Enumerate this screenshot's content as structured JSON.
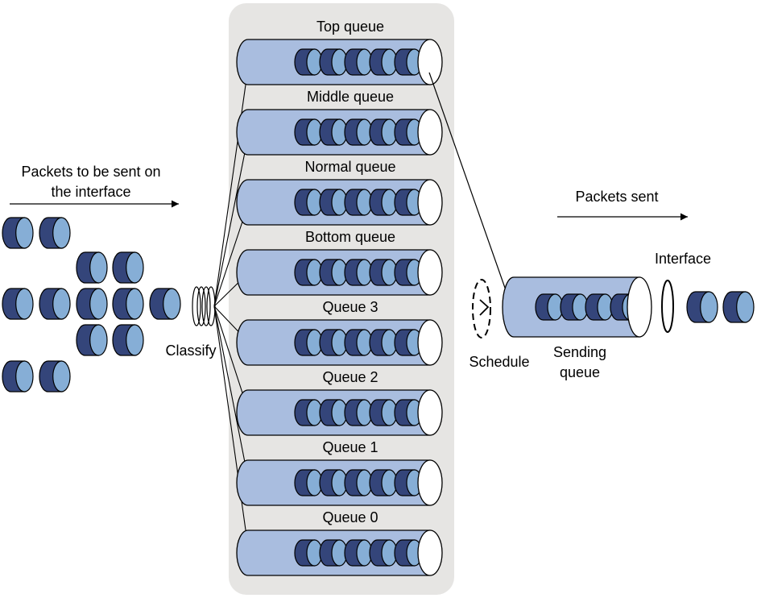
{
  "labels": {
    "input_line1": "Packets to be sent on",
    "input_line2": "the interface",
    "classify": "Classify",
    "schedule": "Schedule",
    "sending_line1": "Sending",
    "sending_line2": "queue",
    "packets_sent": "Packets sent",
    "interface": "Interface"
  },
  "queues": [
    {
      "name": "Top queue"
    },
    {
      "name": "Middle queue"
    },
    {
      "name": "Normal queue"
    },
    {
      "name": "Bottom queue"
    },
    {
      "name": "Queue 3"
    },
    {
      "name": "Queue 2"
    },
    {
      "name": "Queue 1"
    },
    {
      "name": "Queue 0"
    }
  ],
  "colors": {
    "panel": "#e6e5e3",
    "tube": "#a9bddf",
    "packet_dark": "#34457a",
    "packet_light": "#86aed6",
    "outline": "#000000"
  }
}
